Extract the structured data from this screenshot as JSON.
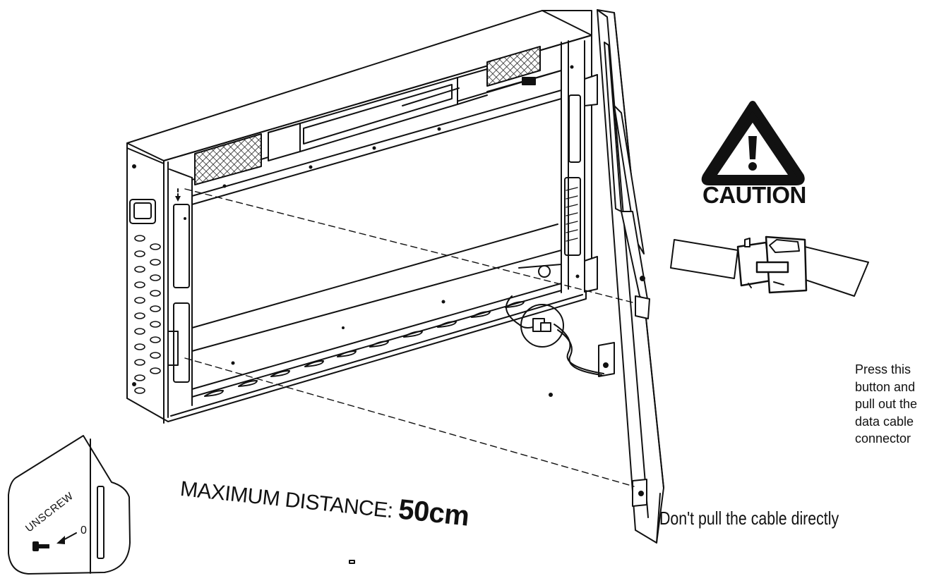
{
  "caution": {
    "label": "CAUTION",
    "icon": "warning-triangle-icon"
  },
  "distance": {
    "prefix": "MAXIMUM DISTANCE:",
    "value": "50cm"
  },
  "warning": {
    "text": "Don't pull the cable directly"
  },
  "instruction": {
    "lines": [
      "Press this",
      "button and",
      "pull out the",
      "data cable",
      "connector"
    ]
  },
  "inset": {
    "action": "UNSCREW",
    "mark": "0",
    "icon": "screw-icon"
  },
  "colors": {
    "line": "#111111",
    "background": "#ffffff"
  }
}
